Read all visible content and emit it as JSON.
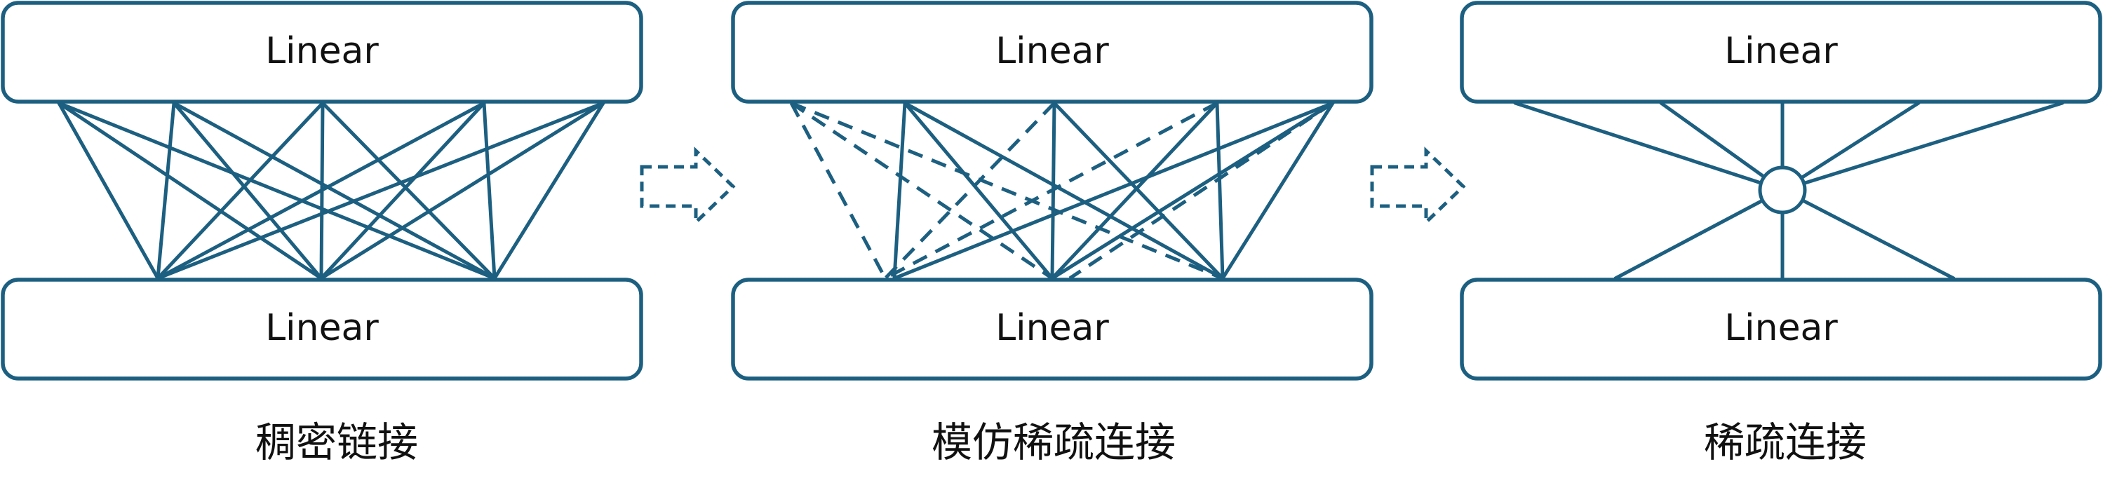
{
  "panels": [
    {
      "top_label": "Linear",
      "bottom_label": "Linear",
      "caption": "稠密链接"
    },
    {
      "top_label": "Linear",
      "bottom_label": "Linear",
      "caption": "模仿稀疏连接"
    },
    {
      "top_label": "Linear",
      "bottom_label": "Linear",
      "caption": "稀疏连接"
    }
  ],
  "colors": {
    "accent": "#1c5f80",
    "text": "#111111",
    "background": "#ffffff"
  },
  "icons": [
    "dashed-arrow-right-icon",
    "dashed-arrow-right-icon"
  ]
}
